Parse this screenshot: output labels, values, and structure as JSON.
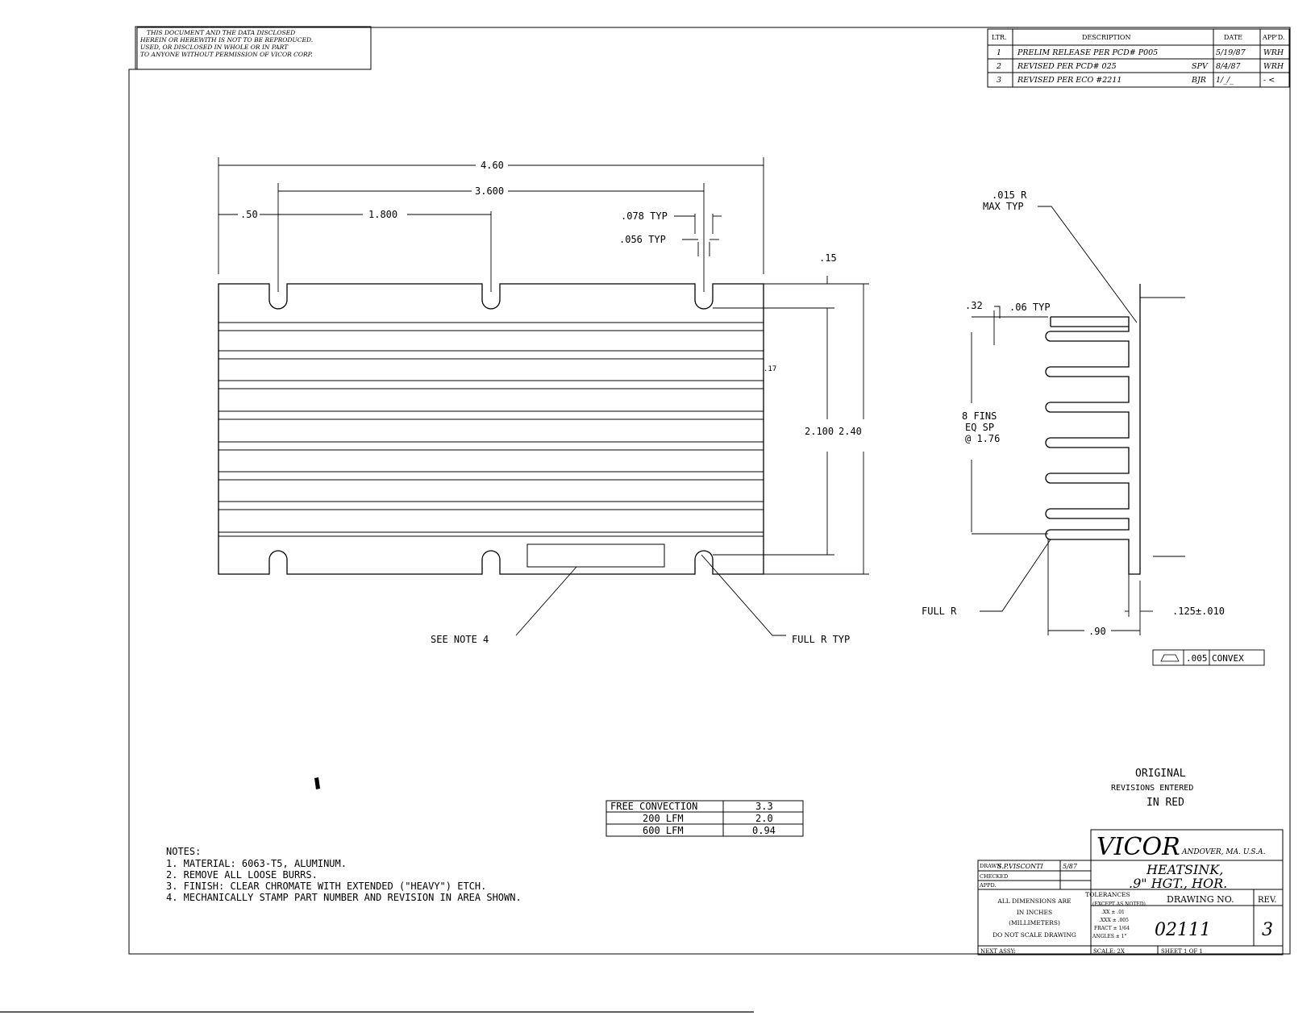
{
  "notice": [
    "THIS DOCUMENT AND THE DATA DISCLOSED",
    "HEREIN OR HEREWITH IS NOT TO BE REPRODUCED.",
    "USED, OR DISCLOSED IN WHOLE OR IN PART",
    "TO ANYONE WITHOUT PERMISSION OF VICOR CORP."
  ],
  "revisions": {
    "headers": [
      "LTR.",
      "DESCRIPTION",
      "DATE",
      "APP'D."
    ],
    "rows": [
      {
        "ltr": "1",
        "desc": "PRELIM RELEASE PER PCD# P005",
        "tag": "",
        "date": "5/19/87",
        "appd": "WRH"
      },
      {
        "ltr": "2",
        "desc": "REVISED PER PCD# 025",
        "tag": "SPV",
        "date": "8/4/87",
        "appd": "WRH"
      },
      {
        "ltr": "3",
        "desc": "REVISED PER ECO #2211",
        "tag": "BJR",
        "date": "1/_/_",
        "appd": "-  <"
      }
    ]
  },
  "front_view": {
    "dim_overall": "4.60",
    "dim_span": "3.600",
    "dim_edge": ".50",
    "dim_half": "1.800",
    "dim_slot_width": ".078 TYP",
    "dim_slot_neck": ".056 TYP",
    "dim_top": ".15",
    "dim_hole_height": "2.100",
    "dim_height": "2.40",
    "label_note4": "SEE NOTE 4",
    "label_full_r_typ": "FULL R TYP",
    "stray_mark": ".17"
  },
  "side_view": {
    "radius": ".015 R",
    "radius_sub": "MAX TYP",
    "base": ".32",
    "fin_thk": ".06 TYP",
    "fins_1": "8 FINS",
    "fins_2": "EQ SP",
    "fins_3": "@ 1.76",
    "full_r": "FULL R",
    "tip": ".125±.010",
    "depth": ".90",
    "flatness": ".005",
    "flatness_label": "CONVEX"
  },
  "thermal_table": {
    "rows": [
      {
        "condition": "FREE CONVECTION",
        "value": "3.3"
      },
      {
        "condition": "200 LFM",
        "value": "2.0"
      },
      {
        "condition": "600 LFM",
        "value": "0.94"
      }
    ]
  },
  "notes": {
    "title": "NOTES:",
    "items": [
      "1. MATERIAL: 6063-T5, ALUMINUM.",
      "2. REMOVE ALL LOOSE BURRS.",
      "3. FINISH: CLEAR CHROMATE WITH EXTENDED (\"HEAVY\") ETCH.",
      "4. MECHANICALLY STAMP PART NUMBER AND REVISION IN AREA SHOWN."
    ]
  },
  "stamp": {
    "line1": "ORIGINAL",
    "line2": "REVISIONS ENTERED",
    "line3": "IN RED"
  },
  "title_block": {
    "company": "VICOR",
    "location": "ANDOVER, MA. U.S.A.",
    "drawn_label": "DRAWN",
    "drawn_by": "S.P.VISCONTI",
    "drawn_date": "5/87",
    "checked_label": "CHECKED",
    "appd_label": "APPD.",
    "title_1": "HEATSINK,",
    "title_2": ".9\" HGT., HOR.",
    "dims_note": [
      "ALL DIMENSIONS ARE",
      "IN INCHES",
      "(MILLIMETERS)",
      "DO NOT SCALE DRAWING"
    ],
    "tol_header": "TOLERANCES",
    "tol_lines": [
      "(EXCEPT AS NOTED)",
      ".XX ± .01",
      ".XXX ± .005",
      "FRACT ± 1/64",
      "ANGLES ±  1°"
    ],
    "drawing_no_label": "DRAWING   NO.",
    "drawing_no": "02111",
    "rev_label": "REV.",
    "rev": "3",
    "next_assy": "NEXT ASSY:",
    "scale": "SCALE:  2X",
    "sheet": "SHEET   1   OF   1"
  }
}
